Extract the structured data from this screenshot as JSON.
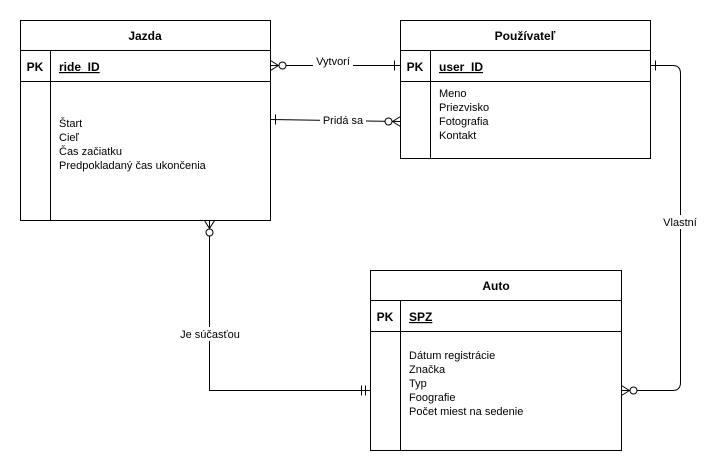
{
  "entities": {
    "jazda": {
      "title": "Jazda",
      "pk_label": "PK",
      "key": "ride_ID",
      "attributes": [
        "Štart",
        "Cieľ",
        "Čas začiatku",
        "Predpokladaný čas ukončenia"
      ]
    },
    "pouzivatel": {
      "title": "Používateľ",
      "pk_label": "PK",
      "key": "user_ID",
      "attributes": [
        "Meno",
        "Priezvisko",
        "Fotografia",
        "Kontakt"
      ]
    },
    "auto": {
      "title": "Auto",
      "pk_label": "PK",
      "key": "SPZ",
      "attributes": [
        "Dátum registrácie",
        "Značka",
        "Typ",
        "Foografie",
        "Počet miest na sedenie"
      ]
    }
  },
  "relationships": {
    "vytvori": "Vytvorí",
    "prida_sa": "Pridá sa",
    "vlastni": "Vlastní",
    "je_sucastou": "Je súčasťou"
  }
}
